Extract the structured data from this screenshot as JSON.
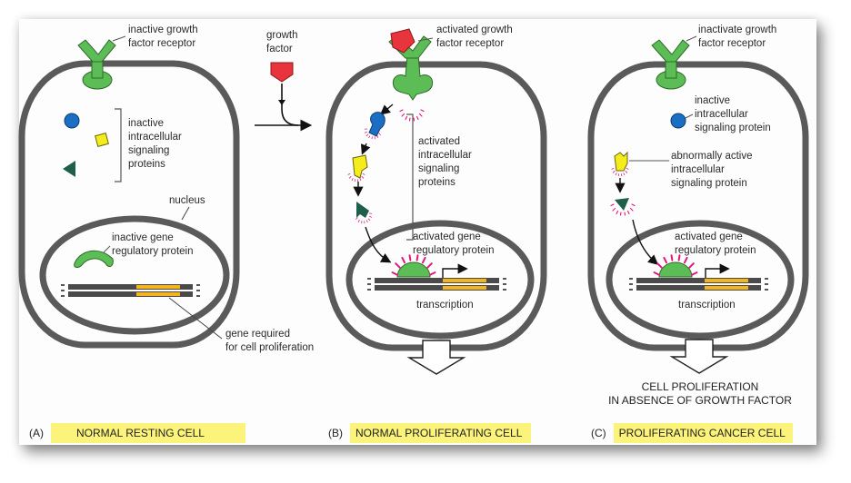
{
  "panels": [
    {
      "letter": "(A)",
      "title": "NORMAL RESTING CELL",
      "labels": {
        "receptor": [
          "inactive growth",
          "factor receptor"
        ],
        "signaling": [
          "inactive",
          "intracellular",
          "signaling",
          "proteins"
        ],
        "nucleus": "nucleus",
        "gene_reg": [
          "inactive gene",
          "regulatory protein"
        ],
        "gene": [
          "gene required",
          "for cell proliferation"
        ]
      }
    },
    {
      "letter": "(B)",
      "title": "NORMAL PROLIFERATING CELL",
      "labels": {
        "receptor": [
          "activated growth",
          "factor receptor"
        ],
        "signaling": [
          "activated",
          "intracellular",
          "signaling",
          "proteins"
        ],
        "gene_reg": [
          "activated gene",
          "regulatory protein"
        ],
        "transcription": "transcription"
      }
    },
    {
      "letter": "(C)",
      "title": "PROLIFERATING CANCER CELL",
      "labels": {
        "receptor": [
          "inactivate growth",
          "factor receptor"
        ],
        "inactive_signal": [
          "inactive",
          "intracellular",
          "signaling protein"
        ],
        "abnormal_signal": [
          "abnormally active",
          "intracellular",
          "signaling protein"
        ],
        "gene_reg": [
          "activated gene",
          "regulatory protein"
        ],
        "transcription": "transcription",
        "outcome": [
          "CELL PROLIFERATION",
          "IN ABSENCE OF GROWTH FACTOR"
        ]
      }
    }
  ],
  "growth_factor": [
    "growth",
    "factor"
  ],
  "colors": {
    "membrane": "#5a5a5a",
    "receptor_green": "#5cbc55",
    "growth_factor_red": "#e8343c",
    "signal_blue": "#1a6fc4",
    "signal_yellow": "#f4ec1c",
    "signal_darkgreen": "#1e5e4a",
    "activation_magenta": "#e4157f",
    "gene_yellow": "#f2b51f",
    "highlight": "#fbf37a"
  }
}
